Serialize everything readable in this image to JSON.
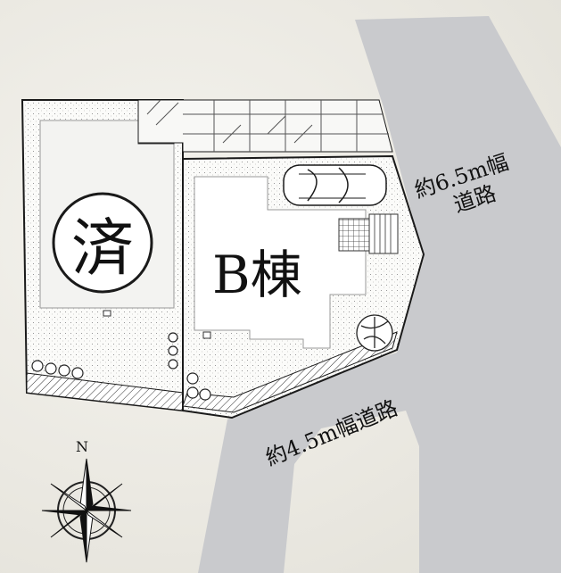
{
  "site_plan": {
    "lot_sold_label": "済",
    "lot_b_label": "B棟",
    "road_east_line1": "約6.5m幅",
    "road_east_line2": "道路",
    "road_south_label": "約4.5m幅道路",
    "compass_north_label": "N"
  },
  "colors": {
    "road": "#c9cacd",
    "outline": "#1a1a1a",
    "building": "#ffffff",
    "ground": "#f7f7f4"
  }
}
